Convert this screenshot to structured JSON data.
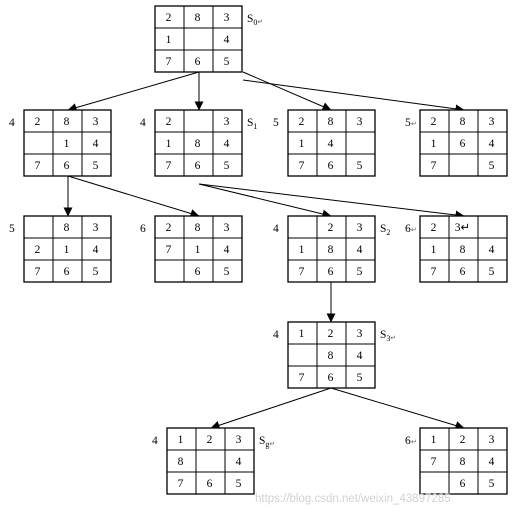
{
  "states": [
    {
      "id": "s0",
      "cells": [
        "2",
        "8",
        "3",
        "1",
        "",
        "4",
        "7",
        "6",
        "5"
      ],
      "cost": "",
      "label": {
        "main": "S",
        "sub": "0"
      },
      "mark": "↵"
    },
    {
      "id": "c1",
      "cells": [
        "2",
        "8",
        "3",
        "",
        "1",
        "4",
        "7",
        "6",
        "5"
      ],
      "cost": "4",
      "label": null,
      "mark": ""
    },
    {
      "id": "c2",
      "cells": [
        "2",
        "",
        "3",
        "1",
        "8",
        "4",
        "7",
        "6",
        "5"
      ],
      "cost": "4",
      "label": {
        "main": "S",
        "sub": "1"
      },
      "mark": ""
    },
    {
      "id": "c3",
      "cells": [
        "2",
        "8",
        "3",
        "1",
        "4",
        "",
        "7",
        "6",
        "5"
      ],
      "cost": "5",
      "label": null,
      "mark": ""
    },
    {
      "id": "c4",
      "cells": [
        "2",
        "8",
        "3",
        "1",
        "6",
        "4",
        "7",
        "",
        "5"
      ],
      "cost": "5",
      "label": null,
      "mark": "↵"
    },
    {
      "id": "g1",
      "cells": [
        "",
        "8",
        "3",
        "2",
        "1",
        "4",
        "7",
        "6",
        "5"
      ],
      "cost": "5",
      "label": null,
      "mark": ""
    },
    {
      "id": "g2",
      "cells": [
        "2",
        "8",
        "3",
        "7",
        "1",
        "4",
        "",
        "6",
        "5"
      ],
      "cost": "6",
      "label": null,
      "mark": ""
    },
    {
      "id": "g3",
      "cells": [
        "",
        "2",
        "3",
        "1",
        "8",
        "4",
        "7",
        "6",
        "5"
      ],
      "cost": "4",
      "label": {
        "main": "S",
        "sub": "2"
      },
      "mark": ""
    },
    {
      "id": "g4",
      "cells": [
        "2",
        "3↵",
        "",
        "1",
        "8",
        "4",
        "7",
        "6",
        "5"
      ],
      "cost": "6",
      "label": null,
      "mark": "↵"
    },
    {
      "id": "s3",
      "cells": [
        "1",
        "2",
        "3",
        "",
        "8",
        "4",
        "7",
        "6",
        "5"
      ],
      "cost": "4",
      "label": {
        "main": "S",
        "sub": "3"
      },
      "mark": "↵"
    },
    {
      "id": "g5",
      "cells": [
        "1",
        "2",
        "3",
        "8",
        "",
        "4",
        "7",
        "6",
        "5"
      ],
      "cost": "4",
      "label": {
        "main": "S",
        "sub": "g"
      },
      "mark": "↵"
    },
    {
      "id": "g6",
      "cells": [
        "1",
        "2",
        "3",
        "7",
        "8",
        "4",
        "",
        "6",
        "5"
      ],
      "cost": "6",
      "label": null,
      "mark": "↵"
    }
  ],
  "edges": [
    [
      "s0",
      "c1"
    ],
    [
      "s0",
      "c2"
    ],
    [
      "s0",
      "c3"
    ],
    [
      "s0",
      "c4"
    ],
    [
      "c1",
      "g1"
    ],
    [
      "c1",
      "g2"
    ],
    [
      "c2",
      "g3"
    ],
    [
      "c2",
      "g4"
    ],
    [
      "g3",
      "s3"
    ],
    [
      "s3",
      "g5"
    ],
    [
      "s3",
      "g6"
    ]
  ],
  "watermark": "https://blog.csdn.net/weixin_43897285"
}
